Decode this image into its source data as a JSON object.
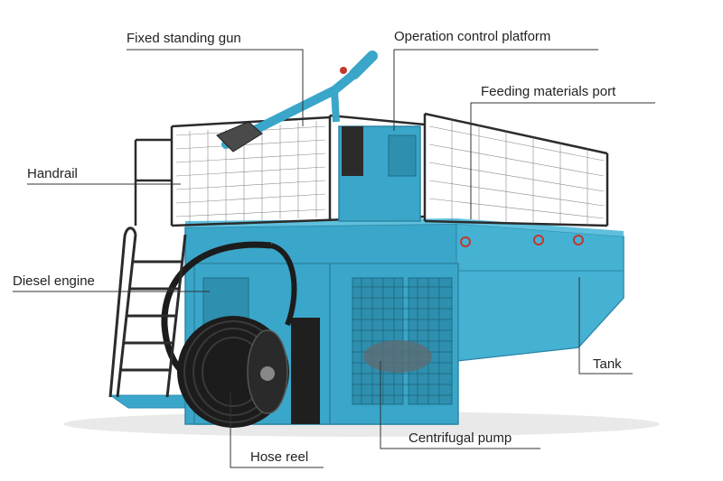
{
  "labels": {
    "fixed_standing_gun": "Fixed standing gun",
    "operation_control_platform": "Operation control platform",
    "feeding_materials_port": "Feeding materials port",
    "handrail": "Handrail",
    "diesel_engine": "Diesel engine",
    "tank": "Tank",
    "centrifugal_pump": "Centrifugal pump",
    "hose_reel": "Hose reel"
  },
  "colors": {
    "tank_body": "#3aa6c9",
    "tank_shade": "#2f8fb0",
    "tank_light": "#5fc0dd",
    "frame": "#2b2b2b",
    "hose": "#1c1c1c",
    "leader_line": "#333333"
  }
}
